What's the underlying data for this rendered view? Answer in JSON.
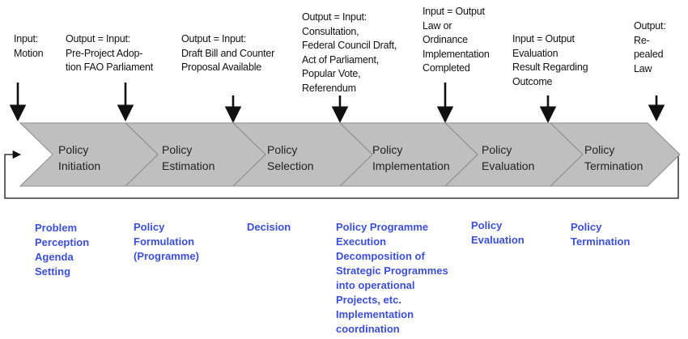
{
  "colors": {
    "chevron_fill": "#bfbfbf",
    "chevron_stroke": "#8c8c8c",
    "arrow": "#111111",
    "bottom_text": "#3b4fd8"
  },
  "stages": [
    "Policy\nInitiation",
    "Policy\nEstimation",
    "Policy\nSelection",
    "Policy\nImplementation",
    "Policy\nEvaluation",
    "Policy\nTermination"
  ],
  "top_labels": [
    "Input:\nMotion",
    "Output = Input:\nPre-Project Adop-\ntion FAO Parliament",
    "Output = Input:\nDraft Bill and Counter\nProposal Available",
    "Output = Input:\nConsultation,\nFederal Council Draft,\nAct of Parliament,\nPopular Vote,\nReferendum",
    "Input = Output\nLaw or\nOrdinance\nImplementation\nCompleted",
    "Input = Output\nEvaluation\nResult Regarding\nOutcome",
    "Output:\nRe-\npealed\nLaw"
  ],
  "bottom_labels": [
    "Problem\nPerception\nAgenda\nSetting",
    "Policy\nFormulation\n(Programme)",
    "Decision",
    "Policy Programme\nExecution\nDecomposition of\nStrategic Programmes\ninto operational\nProjects, etc.\nImplementation\ncoordination",
    "Policy\nEvaluation",
    "Policy\nTermination"
  ]
}
